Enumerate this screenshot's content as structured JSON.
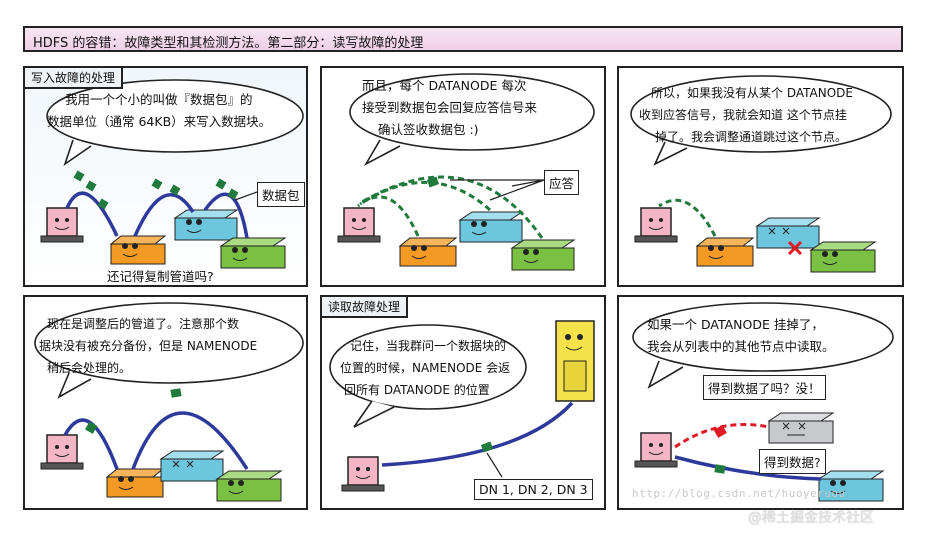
{
  "title": "HDFS 的容错：故障类型和其检测方法。第二部分：读写故障的处理",
  "panels": {
    "p1": {
      "label": "写入故障的处理",
      "bubble": [
        "我用一个个小的叫做『数据包』的",
        "数据单位（通常 64KB）来写入数据块。"
      ],
      "callout": "数据包",
      "caption": "还记得复制管道吗?"
    },
    "p2": {
      "bubble": [
        "而且，每个 DATANODE 每次",
        "接受到数据包会回复应答信号来",
        "确认签收数据包 :)"
      ],
      "callout": "应答"
    },
    "p3": {
      "bubble": [
        "所以，如果我没有从某个 DATANODE",
        "收到应答信号，我就会知道 这个节点挂",
        "掉了。我会调整通道跳过这个节点。"
      ]
    },
    "p4": {
      "bubble": [
        "现在是调整后的管道了。注意那个数",
        "据块没有被充分备份，但是 NAMENODE",
        "稍后会处理的。"
      ]
    },
    "p5": {
      "label": "读取故障处理",
      "bubble": [
        "记住，当我群问一个数据块的",
        "位置的时候，NAMENODE 会返",
        "回所有 DATANODE 的位置"
      ],
      "callout": "DN 1, DN 2, DN 3"
    },
    "p6": {
      "bubble": [
        "如果一个 DATANODE 挂掉了，",
        "我会从列表中的其他节点中读取。"
      ],
      "callout1": "得到数据了吗？没！",
      "callout2": "得到数据?"
    }
  },
  "watermark": {
    "url": "http://blog.csdn.net/huoyeruou",
    "brand": "@稀土掘金技术社区"
  },
  "colors": {
    "laptop": "#f4b6c4",
    "node_orange": "#f39a24",
    "node_blue": "#6bc6de",
    "node_green": "#79c043",
    "node_gray": "#c7c9cc",
    "arrow_blue": "#2d3a9c",
    "packet_green": "#1f7a3c",
    "fail_red": "#e01b24",
    "server_yellow": "#f3e24a"
  }
}
